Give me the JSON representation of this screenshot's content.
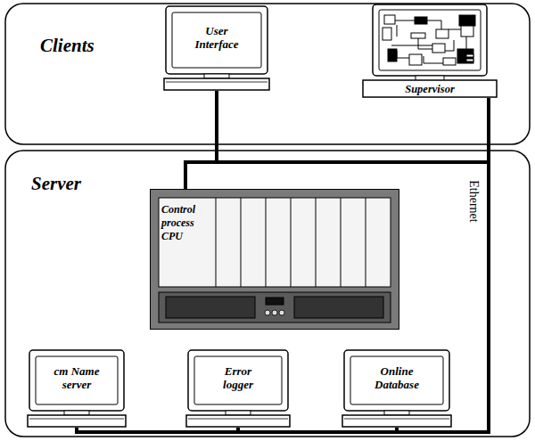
{
  "diagram": {
    "nodes": [
      {
        "text": [
          "Clients"
        ]
      },
      {
        "text": [
          "User Interface"
        ],
        "in": 0
      },
      {
        "text": [
          "Supervisor"
        ],
        "in": 0
      },
      {
        "text": [
          "Server"
        ]
      },
      {
        "text": [
          "Control process CPU"
        ],
        "in": 3
      },
      {
        "text": [
          "cm Name server"
        ],
        "in": 3
      },
      {
        "text": [
          "Error logger"
        ],
        "in": 3
      },
      {
        "text": [
          "Online Database"
        ],
        "in": 3
      }
    ],
    "edges": [
      {
        "from": 1,
        "to": 4,
        "arrow": "none"
      },
      {
        "from": 1,
        "to": 2,
        "arrow": "none"
      },
      {
        "from": 2,
        "to": 5,
        "arrow": "none"
      },
      {
        "from": 2,
        "to": 6,
        "arrow": "none"
      },
      {
        "from": 2,
        "to": 7,
        "arrow": "none"
      }
    ],
    "labels": [
      "Ethernet"
    ]
  }
}
